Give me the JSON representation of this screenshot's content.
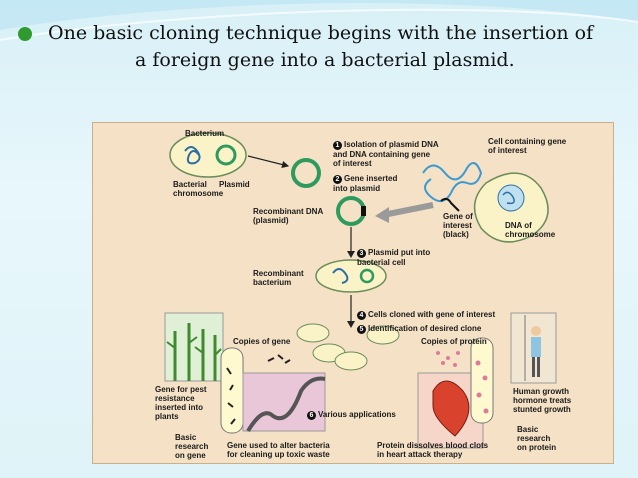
{
  "slide": {
    "bullet_line1": "One basic cloning technique begins with the insertion of",
    "bullet_line2": "a foreign gene into a bacterial plasmid."
  },
  "figure": {
    "bacterium": "Bacterium",
    "bacterial_chromosome": "Bacterial\nchromosome",
    "plasmid": "Plasmid",
    "step1": "Isolation of plasmid DNA\nand DNA containing gene\nof interest",
    "step2": "Gene inserted\ninto plasmid",
    "cell_gene": "Cell containing gene\nof interest",
    "recombinant_dna": "Recombinant DNA\n(plasmid)",
    "gene_interest": "Gene of\ninterest\n(black)",
    "dna_chromosome": "DNA of\nchromosome",
    "step3": "Plasmid put into\nbacterial cell",
    "recombinant_bacterium": "Recombinant\nbacterium",
    "step4": "Cells cloned with gene of interest",
    "step5": "Identification of desired clone",
    "copies_gene": "Copies of gene",
    "copies_protein": "Copies of protein",
    "gene_pest": "Gene for pest\nresistance\ninserted into\nplants",
    "step6": "Various applications",
    "growth_hormone": "Human growth\nhormone treats\nstunted growth",
    "basic_gene": "Basic\nresearch\non gene",
    "toxic_waste": "Gene used to alter bacteria\nfor cleaning up toxic waste",
    "blood_clots": "Protein dissolves blood clots\nin heart attack therapy",
    "basic_protein": "Basic\nresearch\non protein",
    "n1": "1",
    "n2": "2",
    "n3": "3",
    "n4": "4",
    "n5": "5",
    "n6": "6"
  }
}
